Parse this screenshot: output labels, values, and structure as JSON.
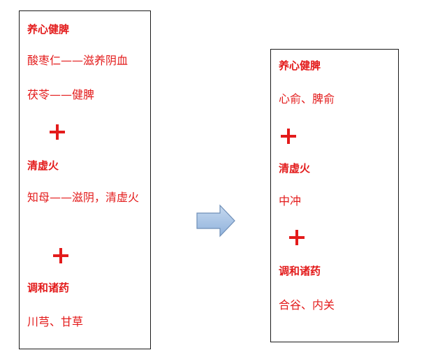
{
  "left_panel": {
    "heading_1": "养心健脾",
    "line_1": "酸枣仁——滋养阴血",
    "line_2": "茯苓——健脾",
    "heading_2": "清虚火",
    "line_3": "知母——滋阴，清虚火",
    "heading_3": "调和诸药",
    "line_4": "川芎、甘草"
  },
  "right_panel": {
    "heading_1": "养心健脾",
    "line_1": "心俞、脾俞",
    "heading_2": "清虚火",
    "line_2": "中冲",
    "heading_3": "调和诸药",
    "line_3": "合谷、内关"
  },
  "colors": {
    "text": "#e31b1b",
    "border": "#1a1a1a",
    "arrow_fill": "#a9c4e4",
    "arrow_stroke": "#6f8fb8"
  },
  "icons": {
    "plus": "plus-icon",
    "arrow": "right-arrow-icon"
  }
}
